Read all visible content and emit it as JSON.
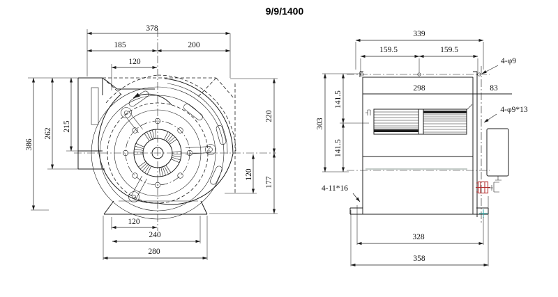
{
  "title": "9/9/1400",
  "front_view": {
    "dims": {
      "overall_width": "378",
      "width_left": "185",
      "width_right": "200",
      "inlet_offset": "120",
      "overall_height": "386",
      "height_mid": "262",
      "height_inner": "215",
      "right_upper": "220",
      "right_lower": "177",
      "right_offset": "120",
      "base_inner": "120",
      "base_mid": "240",
      "base_outer": "280"
    }
  },
  "side_view": {
    "dims": {
      "overall_width": "339",
      "hole_span_left": "159.5",
      "hole_span_right": "159.5",
      "top_holes": "4-φ9",
      "case_width": "298",
      "flange_offset": "83",
      "side_holes": "4-φ9*13",
      "overall_height": "303",
      "half_upper": "141.5",
      "half_lower": "141.5",
      "foot_slots": "4-11*16",
      "base_hole_span": "328",
      "base_width": "358"
    }
  },
  "colors": {
    "line": "#1c1c1c",
    "accent_red": "#b53030",
    "accent_teal": "#2fa8a8",
    "hatch_grey": "#8a9a92"
  }
}
